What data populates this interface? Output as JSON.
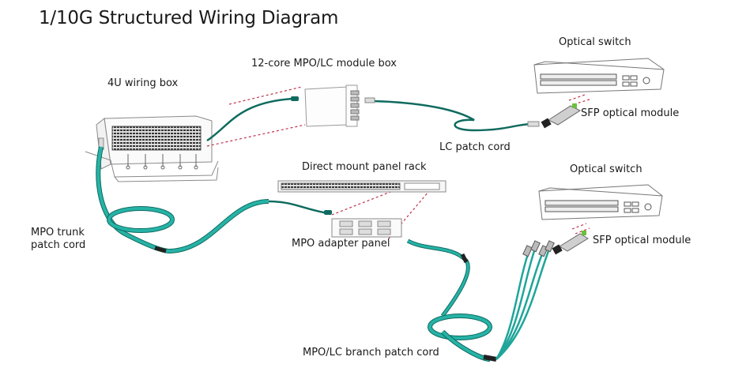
{
  "title": "1/10G Structured Wiring Diagram",
  "colors": {
    "cable_teal": "#1fa59a",
    "cable_dark": "#0f6b5f",
    "guide_dashed": "#c0334a",
    "outline": "#8a8a8a",
    "text": "#1a1a1a"
  },
  "components": {
    "wiring_box": {
      "label": "4U wiring box",
      "icon": "rack-enclosure-icon"
    },
    "module_box": {
      "label": "12-core MPO/LC module box",
      "icon": "module-box-icon"
    },
    "switch_top": {
      "label": "Optical switch",
      "icon": "network-switch-icon"
    },
    "sfp_top": {
      "label": "SFP optical module",
      "icon": "sfp-transceiver-icon"
    },
    "lc_cord": {
      "label": "LC patch cord",
      "icon": "fiber-cable-icon"
    },
    "panel_rack": {
      "label": "Direct mount panel rack",
      "icon": "patch-panel-icon"
    },
    "switch_bottom": {
      "label": "Optical switch",
      "icon": "network-switch-icon"
    },
    "sfp_bottom": {
      "label": "SFP optical module",
      "icon": "sfp-transceiver-icon"
    },
    "trunk_cord": {
      "label_line1": "MPO trunk",
      "label_line2": "patch cord",
      "icon": "fiber-cable-icon"
    },
    "adapter_panel": {
      "label": "MPO adapter panel",
      "icon": "adapter-panel-icon"
    },
    "branch_cord": {
      "label": "MPO/LC branch patch cord",
      "icon": "fanout-cable-icon"
    }
  }
}
